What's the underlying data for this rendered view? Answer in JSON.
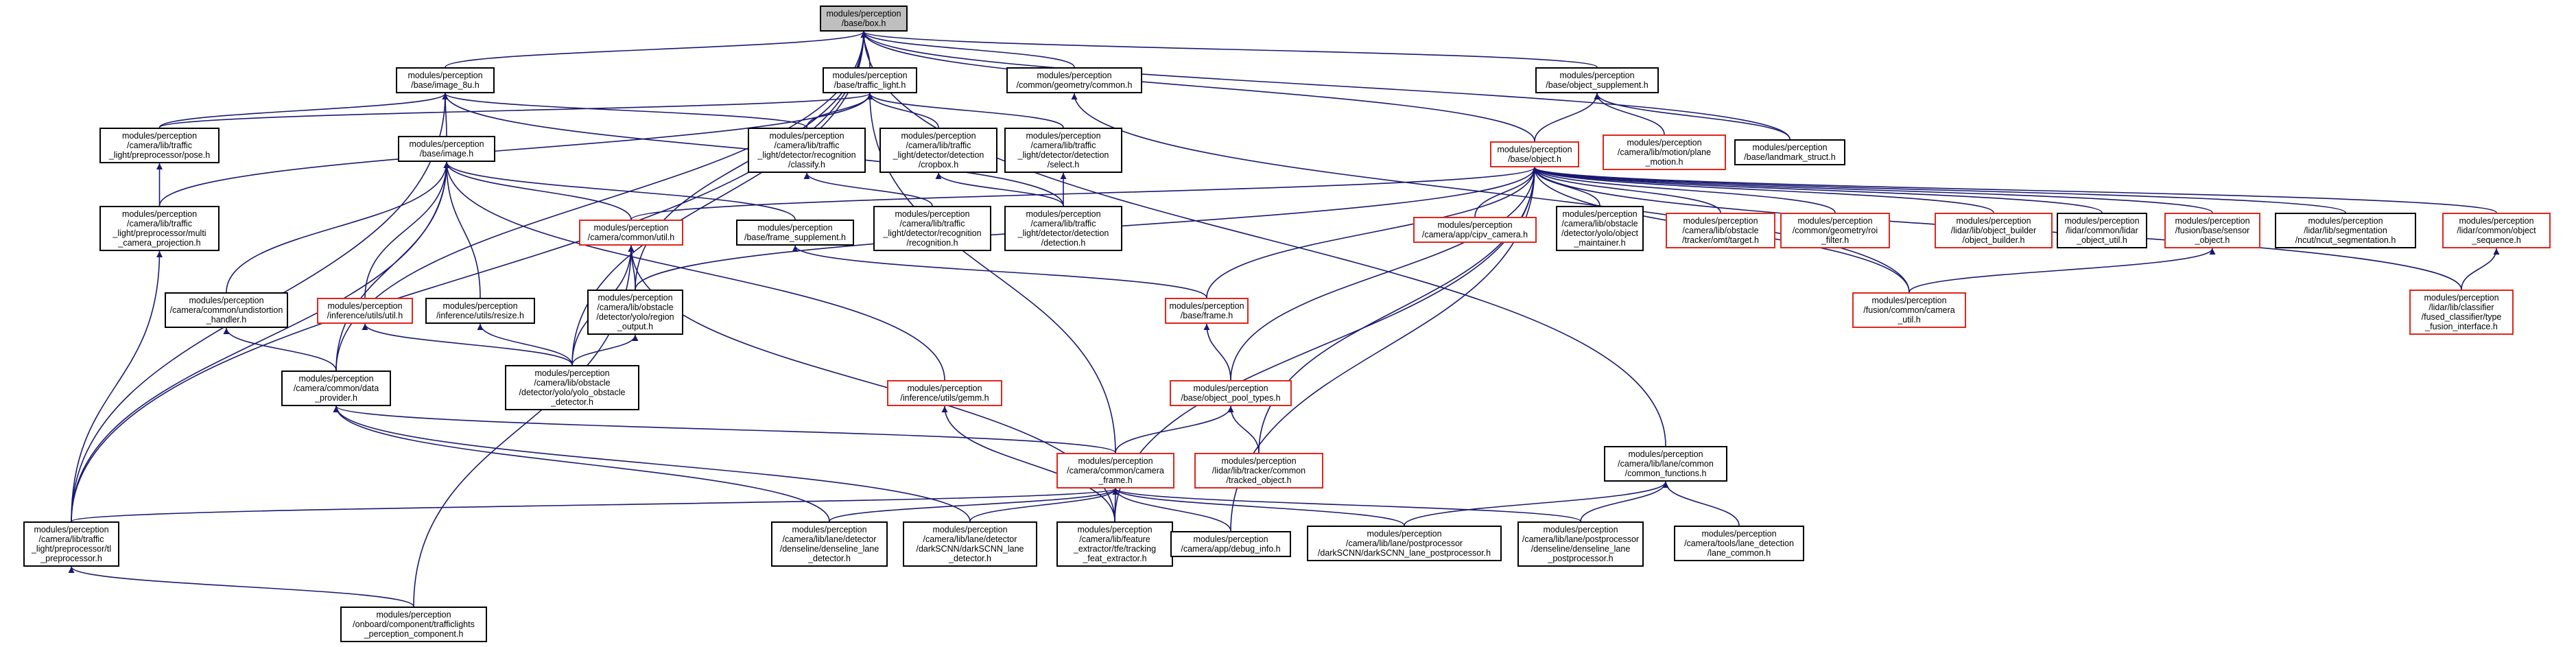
{
  "colors": {
    "edge": "#191970",
    "border": "#000000",
    "red_border": "#e0261b",
    "highlight": "#bfbfbf"
  },
  "nodes": {
    "base_box": {
      "lines": [
        "modules/perception",
        "/base/box.h"
      ],
      "color": "gray"
    },
    "base_image_8u": {
      "lines": [
        "modules/perception",
        "/base/image_8u.h"
      ],
      "color": "black"
    },
    "base_traffic_light": {
      "lines": [
        "modules/perception",
        "/base/traffic_light.h"
      ],
      "color": "black"
    },
    "common_geometry_common": {
      "lines": [
        "modules/perception",
        "/common/geometry/common.h"
      ],
      "color": "black"
    },
    "base_object_supplement": {
      "lines": [
        "modules/perception",
        "/base/object_supplement.h"
      ],
      "color": "black"
    },
    "tl_preprocessor_pose": {
      "lines": [
        "modules/perception",
        "/camera/lib/traffic",
        "_light/preprocessor/pose.h"
      ],
      "color": "black"
    },
    "tl_recognition_classify": {
      "lines": [
        "modules/perception",
        "/camera/lib/traffic",
        "_light/detector/recognition",
        "/classify.h"
      ],
      "color": "black"
    },
    "tl_detection_cropbox": {
      "lines": [
        "modules/perception",
        "/camera/lib/traffic",
        "_light/detector/detection",
        "/cropbox.h"
      ],
      "color": "black"
    },
    "tl_detection_select": {
      "lines": [
        "modules/perception",
        "/camera/lib/traffic",
        "_light/detector/detection",
        "/select.h"
      ],
      "color": "black"
    },
    "lidar_motion_plane_motion": {
      "lines": [
        "modules/perception",
        "/camera/lib/motion/plane",
        "_motion.h"
      ],
      "color": "red"
    },
    "base_landmark_struct": {
      "lines": [
        "modules/perception",
        "/base/landmark_struct.h"
      ],
      "color": "black"
    },
    "base_image": {
      "lines": [
        "modules/perception",
        "/base/image.h"
      ],
      "color": "black"
    },
    "base_object": {
      "lines": [
        "modules/perception",
        "/base/object.h"
      ],
      "color": "red"
    },
    "tl_preprocessor_multi_camera_projection": {
      "lines": [
        "modules/perception",
        "/camera/lib/traffic",
        "_light/preprocessor/multi",
        "_camera_projection.h"
      ],
      "color": "black"
    },
    "camera_common_util": {
      "lines": [
        "modules/perception",
        "/camera/common/util.h"
      ],
      "color": "red"
    },
    "base_frame_supplement": {
      "lines": [
        "modules/perception",
        "/base/frame_supplement.h"
      ],
      "color": "black"
    },
    "tl_recognition_recognition": {
      "lines": [
        "modules/perception",
        "/camera/lib/traffic",
        "_light/detector/recognition",
        "/recognition.h"
      ],
      "color": "black"
    },
    "tl_detection_detection": {
      "lines": [
        "modules/perception",
        "/camera/lib/traffic",
        "_light/detector/detection",
        "/detection.h"
      ],
      "color": "black"
    },
    "camera_app_cipv_camera": {
      "lines": [
        "modules/perception",
        "/camera/app/cipv_camera.h"
      ],
      "color": "red"
    },
    "obstacle_detector_yolo_object_maintainer": {
      "lines": [
        "modules/perception",
        "/camera/lib/obstacle",
        "/detector/yolo/object",
        "_maintainer.h"
      ],
      "color": "black"
    },
    "obstacle_tracker_omt_target": {
      "lines": [
        "modules/perception",
        "/camera/lib/obstacle",
        "/tracker/omt/target.h"
      ],
      "color": "red"
    },
    "common_geometry_roi_filter": {
      "lines": [
        "modules/perception",
        "/common/geometry/roi",
        "_filter.h"
      ],
      "color": "red"
    },
    "lidar_object_builder": {
      "lines": [
        "modules/perception",
        "/lidar/lib/object_builder",
        "/object_builder.h"
      ],
      "color": "red"
    },
    "lidar_common_lidar_object_util": {
      "lines": [
        "modules/perception",
        "/lidar/common/lidar",
        "_object_util.h"
      ],
      "color": "black"
    },
    "fusion_base_sensor_object": {
      "lines": [
        "modules/perception",
        "/fusion/base/sensor",
        "_object.h"
      ],
      "color": "red"
    },
    "lidar_segmentation_ncut": {
      "lines": [
        "modules/perception",
        "/lidar/lib/segmentation",
        "/ncut/ncut_segmentation.h"
      ],
      "color": "black"
    },
    "lidar_common_object_sequence": {
      "lines": [
        "modules/perception",
        "/lidar/common/object",
        "_sequence.h"
      ],
      "color": "red"
    },
    "camera_common_undistortion_handler": {
      "lines": [
        "modules/perception",
        "/camera/common/undistortion",
        "_handler.h"
      ],
      "color": "black"
    },
    "inference_utils_util": {
      "lines": [
        "modules/perception",
        "/inference/utils/util.h"
      ],
      "color": "red"
    },
    "inference_utils_resize": {
      "lines": [
        "modules/perception",
        "/inference/utils/resize.h"
      ],
      "color": "black"
    },
    "obstacle_detector_yolo_region_output": {
      "lines": [
        "modules/perception",
        "/camera/lib/obstacle",
        "/detector/yolo/region",
        "_output.h"
      ],
      "color": "black"
    },
    "base_frame": {
      "lines": [
        "modules/perception",
        "/base/frame.h"
      ],
      "color": "red"
    },
    "fusion_common_camera_util": {
      "lines": [
        "modules/perception",
        "/fusion/common/camera",
        "_util.h"
      ],
      "color": "red"
    },
    "lidar_classifier_fused_classifier_type_fusion_interface": {
      "lines": [
        "modules/perception",
        "/lidar/lib/classifier",
        "/fused_classifier/type",
        "_fusion_interface.h"
      ],
      "color": "red"
    },
    "camera_common_data_provider": {
      "lines": [
        "modules/perception",
        "/camera/common/data",
        "_provider.h"
      ],
      "color": "black"
    },
    "obstacle_detector_yolo_obstacle_detector": {
      "lines": [
        "modules/perception",
        "/camera/lib/obstacle",
        "/detector/yolo/yolo_obstacle",
        "_detector.h"
      ],
      "color": "black"
    },
    "inference_utils_gemm": {
      "lines": [
        "modules/perception",
        "/inference/utils/gemm.h"
      ],
      "color": "red"
    },
    "base_object_pool_types": {
      "lines": [
        "modules/perception",
        "/base/object_pool_types.h"
      ],
      "color": "red"
    },
    "lane_common_common_functions": {
      "lines": [
        "modules/perception",
        "/camera/lib/lane/common",
        "/common_functions.h"
      ],
      "color": "black"
    },
    "camera_common_camera_frame": {
      "lines": [
        "modules/perception",
        "/camera/common/camera",
        "_frame.h"
      ],
      "color": "red"
    },
    "lidar_tracker_common_tracked_object": {
      "lines": [
        "modules/perception",
        "/lidar/lib/tracker/common",
        "/tracked_object.h"
      ],
      "color": "red"
    },
    "tl_preprocessor_tl_preprocessor": {
      "lines": [
        "modules/perception",
        "/camera/lib/traffic",
        "_light/preprocessor/tl",
        "_preprocessor.h"
      ],
      "color": "black"
    },
    "lane_detector_denseline_lane_detector": {
      "lines": [
        "modules/perception",
        "/camera/lib/lane/detector",
        "/denseline/denseline_lane",
        "_detector.h"
      ],
      "color": "black"
    },
    "lane_detector_darkSCNN_lane_detector": {
      "lines": [
        "modules/perception",
        "/camera/lib/lane/detector",
        "/darkSCNN/darkSCNN_lane",
        "_detector.h"
      ],
      "color": "black"
    },
    "feature_extractor_tfe_tracking_feat_extractor": {
      "lines": [
        "modules/perception",
        "/camera/lib/feature",
        "_extractor/tfe/tracking",
        "_feat_extractor.h"
      ],
      "color": "black"
    },
    "camera_app_debug_info": {
      "lines": [
        "modules/perception",
        "/camera/app/debug_info.h"
      ],
      "color": "black"
    },
    "lane_postprocessor_darkSCNN": {
      "lines": [
        "modules/perception",
        "/camera/lib/lane/postprocessor",
        "/darkSCNN/darkSCNN_lane_postprocessor.h"
      ],
      "color": "black"
    },
    "lane_postprocessor_denseline": {
      "lines": [
        "modules/perception",
        "/camera/lib/lane/postprocessor",
        "/denseline/denseline_lane",
        "_postprocessor.h"
      ],
      "color": "black"
    },
    "camera_tools_lane_detection_lane_common": {
      "lines": [
        "modules/perception",
        "/camera/tools/lane_detection",
        "/lane_common.h"
      ],
      "color": "black"
    },
    "onboard_trafficlights_perception_component": {
      "lines": [
        "modules/perception",
        "/onboard/component/trafficlights",
        "_perception_component.h"
      ],
      "color": "black"
    }
  },
  "edges": [
    [
      "base_image_8u",
      "base_box"
    ],
    [
      "base_traffic_light",
      "base_box"
    ],
    [
      "common_geometry_common",
      "base_box"
    ],
    [
      "base_object_supplement",
      "base_box"
    ],
    [
      "base_landmark_struct",
      "base_box"
    ],
    [
      "lane_common_common_functions",
      "base_box"
    ],
    [
      "camera_common_data_provider",
      "base_box"
    ],
    [
      "tl_preprocessor_tl_preprocessor",
      "base_box"
    ],
    [
      "obstacle_detector_yolo_region_output",
      "base_box"
    ],
    [
      "obstacle_detector_yolo_obstacle_detector",
      "base_box"
    ],
    [
      "base_object",
      "base_box"
    ],
    [
      "base_image",
      "base_image_8u"
    ],
    [
      "tl_preprocessor_pose",
      "base_image_8u"
    ],
    [
      "tl_recognition_classify",
      "base_image_8u"
    ],
    [
      "tl_detection_detection",
      "base_image_8u"
    ],
    [
      "tl_preprocessor_tl_preprocessor",
      "base_image_8u"
    ],
    [
      "tl_preprocessor_pose",
      "base_traffic_light"
    ],
    [
      "tl_recognition_classify",
      "base_traffic_light"
    ],
    [
      "tl_detection_cropbox",
      "base_traffic_light"
    ],
    [
      "tl_detection_select",
      "base_traffic_light"
    ],
    [
      "tl_preprocessor_multi_camera_projection",
      "base_traffic_light"
    ],
    [
      "camera_common_camera_frame",
      "base_traffic_light"
    ],
    [
      "fusion_common_camera_util",
      "common_geometry_common"
    ],
    [
      "base_object",
      "base_object_supplement"
    ],
    [
      "lidar_motion_plane_motion",
      "base_object_supplement"
    ],
    [
      "base_landmark_struct",
      "base_object_supplement"
    ],
    [
      "tl_preprocessor_multi_camera_projection",
      "tl_preprocessor_pose"
    ],
    [
      "tl_recognition_recognition",
      "tl_recognition_classify"
    ],
    [
      "tl_detection_detection",
      "tl_detection_cropbox"
    ],
    [
      "tl_detection_detection",
      "tl_detection_select"
    ],
    [
      "camera_common_util",
      "base_image"
    ],
    [
      "base_frame_supplement",
      "base_image"
    ],
    [
      "camera_common_undistortion_handler",
      "base_image"
    ],
    [
      "inference_utils_util",
      "base_image"
    ],
    [
      "inference_utils_resize",
      "base_image"
    ],
    [
      "inference_utils_gemm",
      "base_image"
    ],
    [
      "camera_common_data_provider",
      "base_image"
    ],
    [
      "tl_preprocessor_tl_preprocessor",
      "base_image"
    ],
    [
      "camera_app_cipv_camera",
      "base_object"
    ],
    [
      "obstacle_detector_yolo_object_maintainer",
      "base_object"
    ],
    [
      "obstacle_tracker_omt_target",
      "base_object"
    ],
    [
      "common_geometry_roi_filter",
      "base_object"
    ],
    [
      "lidar_object_builder",
      "base_object"
    ],
    [
      "lidar_common_lidar_object_util",
      "base_object"
    ],
    [
      "fusion_base_sensor_object",
      "base_object"
    ],
    [
      "lidar_segmentation_ncut",
      "base_object"
    ],
    [
      "lidar_common_object_sequence",
      "base_object"
    ],
    [
      "lidar_classifier_fused_classifier_type_fusion_interface",
      "base_object"
    ],
    [
      "base_frame",
      "base_object"
    ],
    [
      "base_object_pool_types",
      "base_object"
    ],
    [
      "lidar_tracker_common_tracked_object",
      "base_object"
    ],
    [
      "camera_common_util",
      "base_object"
    ],
    [
      "obstacle_detector_yolo_region_output",
      "base_object"
    ],
    [
      "fusion_common_camera_util",
      "base_object"
    ],
    [
      "feature_extractor_tfe_tracking_feat_extractor",
      "base_object"
    ],
    [
      "camera_app_debug_info",
      "base_object"
    ],
    [
      "tl_preprocessor_tl_preprocessor",
      "tl_preprocessor_multi_camera_projection"
    ],
    [
      "obstacle_detector_yolo_region_output",
      "camera_common_util"
    ],
    [
      "obstacle_detector_yolo_obstacle_detector",
      "camera_common_util"
    ],
    [
      "feature_extractor_tfe_tracking_feat_extractor",
      "camera_common_util"
    ],
    [
      "onboard_trafficlights_perception_component",
      "camera_common_util"
    ],
    [
      "base_frame",
      "base_frame_supplement"
    ],
    [
      "camera_common_data_provider",
      "camera_common_undistortion_handler"
    ],
    [
      "obstacle_detector_yolo_obstacle_detector",
      "inference_utils_util"
    ],
    [
      "obstacle_detector_yolo_obstacle_detector",
      "inference_utils_resize"
    ],
    [
      "obstacle_detector_yolo_obstacle_detector",
      "obstacle_detector_yolo_region_output"
    ],
    [
      "base_object_pool_types",
      "base_frame"
    ],
    [
      "lidar_classifier_fused_classifier_type_fusion_interface",
      "lidar_common_object_sequence"
    ],
    [
      "fusion_common_camera_util",
      "fusion_base_sensor_object"
    ],
    [
      "camera_common_camera_frame",
      "camera_common_data_provider"
    ],
    [
      "lane_detector_denseline_lane_detector",
      "camera_common_data_provider"
    ],
    [
      "lane_detector_darkSCNN_lane_detector",
      "camera_common_data_provider"
    ],
    [
      "feature_extractor_tfe_tracking_feat_extractor",
      "inference_utils_gemm"
    ],
    [
      "camera_common_camera_frame",
      "base_object_pool_types"
    ],
    [
      "lidar_tracker_common_tracked_object",
      "base_object_pool_types"
    ],
    [
      "lane_postprocessor_darkSCNN",
      "lane_common_common_functions"
    ],
    [
      "lane_postprocessor_denseline",
      "lane_common_common_functions"
    ],
    [
      "camera_tools_lane_detection_lane_common",
      "lane_common_common_functions"
    ],
    [
      "tl_preprocessor_tl_preprocessor",
      "camera_common_camera_frame"
    ],
    [
      "lane_detector_denseline_lane_detector",
      "camera_common_camera_frame"
    ],
    [
      "lane_detector_darkSCNN_lane_detector",
      "camera_common_camera_frame"
    ],
    [
      "feature_extractor_tfe_tracking_feat_extractor",
      "camera_common_camera_frame"
    ],
    [
      "camera_app_debug_info",
      "camera_common_camera_frame"
    ],
    [
      "lane_postprocessor_darkSCNN",
      "camera_common_camera_frame"
    ],
    [
      "lane_postprocessor_denseline",
      "camera_common_camera_frame"
    ],
    [
      "onboard_trafficlights_perception_component",
      "tl_preprocessor_tl_preprocessor"
    ]
  ]
}
